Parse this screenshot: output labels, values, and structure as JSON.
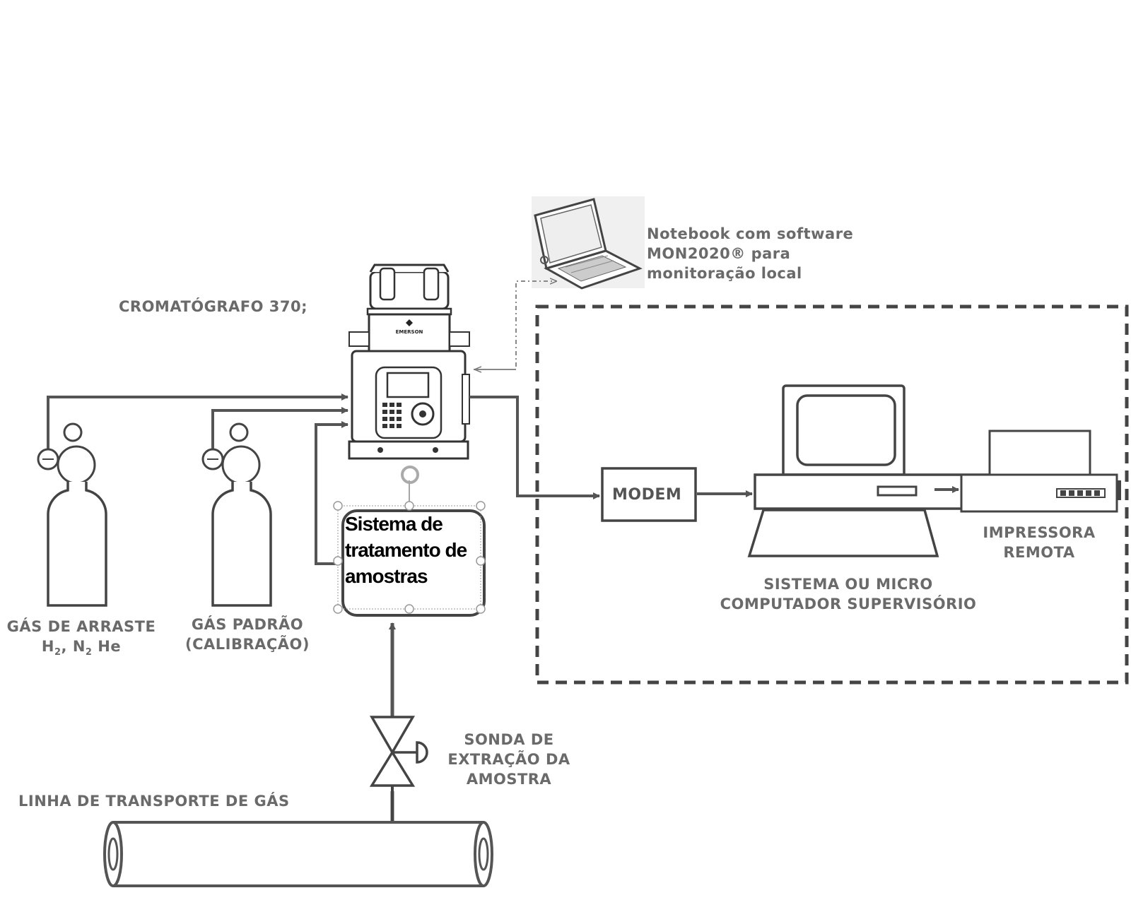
{
  "labels": {
    "notebook": [
      "Notebook com software",
      "MON2020® para",
      "monitoração local"
    ],
    "chromatograph": "CROMATÓGRAFO 370;",
    "emerson_logo": "EMERSON",
    "modem": "MODEM",
    "sample_system": [
      "Sistema de",
      "tratamento de",
      "amostras"
    ],
    "supervisory": [
      "SISTEMA OU MICRO",
      "COMPUTADOR SUPERVISÓRIO"
    ],
    "printer": [
      "IMPRESSORA",
      "REMOTA"
    ],
    "carrier_gas": {
      "line1": "GÁS DE ARRASTE",
      "h": "H",
      "h_sub": "2",
      "n": ", N",
      "n_sub": "2",
      "he": " He"
    },
    "standard_gas": [
      "GÁS PADRÃO",
      "(CALIBRAÇÃO)"
    ],
    "probe": [
      "SONDA DE",
      "EXTRAÇÃO DA",
      "AMOSTRA"
    ],
    "pipeline": "LINHA DE TRANSPORTE DE GÁS"
  }
}
